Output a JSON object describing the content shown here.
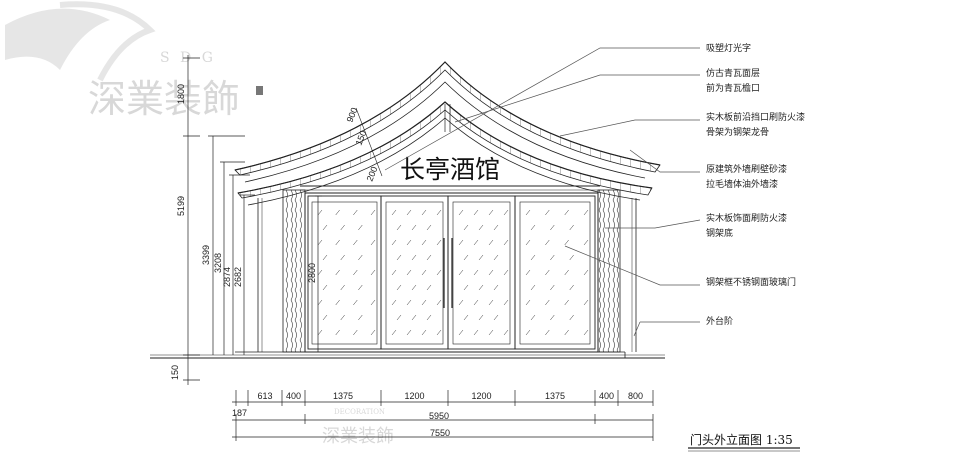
{
  "watermark": {
    "brand_cn": "深業装飾",
    "brand_en": "DECORATION"
  },
  "sign_text": "长亭酒馆",
  "annotations": [
    "吸塑灯光字",
    "仿古青瓦面层",
    "前为青瓦檐口",
    "实木板前沿挡口刷防火漆",
    "骨架为钢架龙骨",
    "原建筑外墙刷壁砂漆",
    "拉毛墙体油外墙漆",
    "实木板饰面刷防火漆",
    "钢架底",
    "钢架框不锈钢面玻璃门",
    "外台阶"
  ],
  "dimensions": {
    "bottom_segments": [
      "187",
      "613",
      "400",
      "1375",
      "1200",
      "1200",
      "1375",
      "400",
      "800"
    ],
    "total_inner": "5950",
    "total_outer": "7550",
    "left_outer": [
      "1800",
      "5199",
      "150"
    ],
    "left_inner": [
      "3399",
      "3208",
      "2874",
      "2682"
    ],
    "door_height": "2800",
    "roof_small": [
      "900",
      "150",
      "200"
    ]
  },
  "title": "门头外立面图 1:35",
  "colors": {
    "line": "#222222",
    "leader": "#555555",
    "watermark": "#d8d8d8",
    "background": "#ffffff"
  }
}
